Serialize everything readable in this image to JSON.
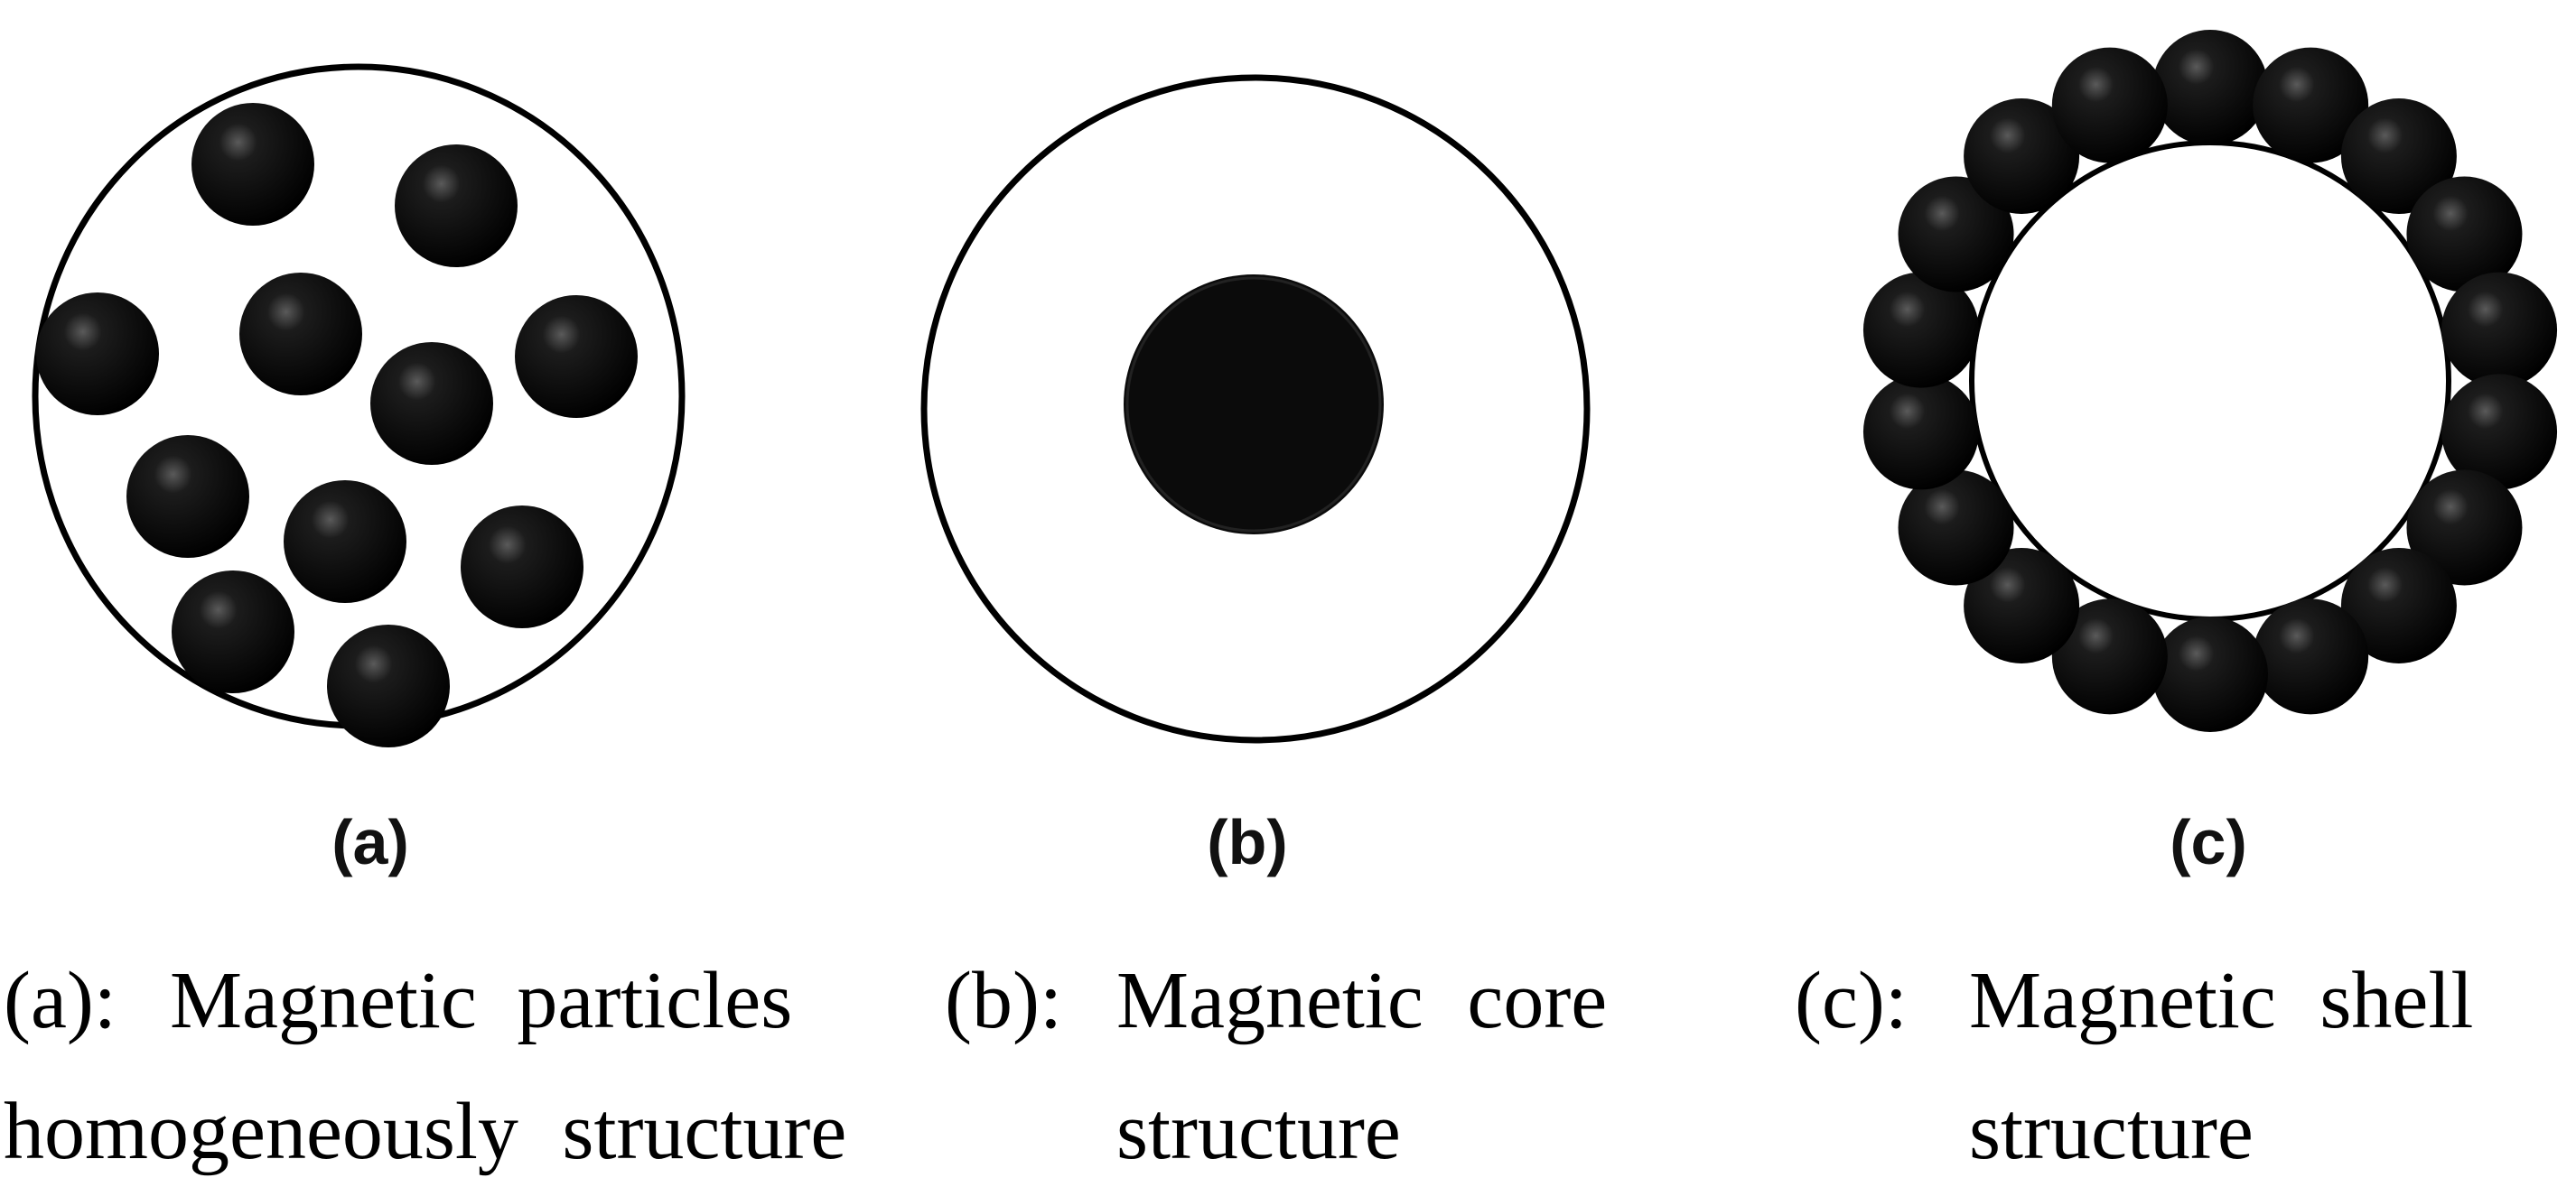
{
  "panels": [
    {
      "id": "a",
      "label": "(a)",
      "caption_prefix": "(a):",
      "caption_line1": "Magnetic particles",
      "caption_line2": "homogeneously structure"
    },
    {
      "id": "b",
      "label": "(b)",
      "caption_prefix": "(b):",
      "caption_line1": "Magnetic core",
      "caption_line2": "structure"
    },
    {
      "id": "c",
      "label": "(c)",
      "caption_prefix": "(c):",
      "caption_line1": "Magnetic shell",
      "caption_line2": "structure"
    }
  ],
  "colors": {
    "particle": "#0b0b0b",
    "outline": "#000000",
    "background": "#ffffff"
  }
}
